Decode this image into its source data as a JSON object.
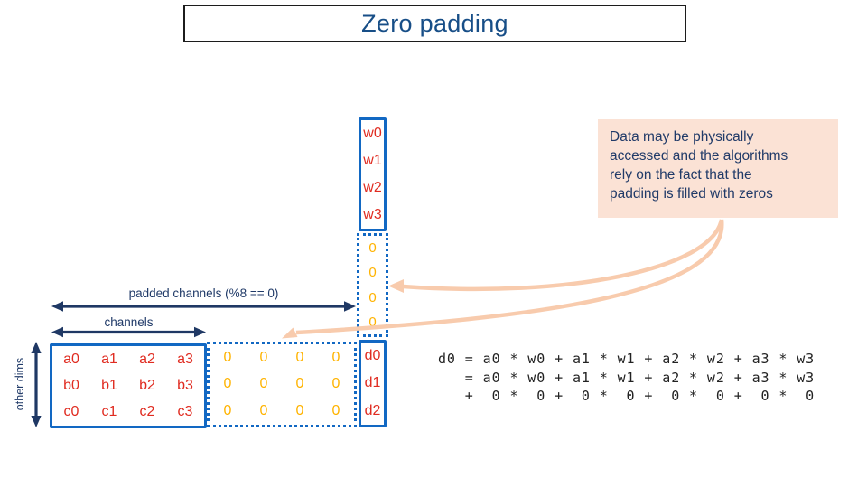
{
  "title": {
    "text": "Zero padding"
  },
  "labels": {
    "padded_channels": "padded channels (%8 == 0)",
    "channels": "channels",
    "other_dims": "other dims"
  },
  "callout": {
    "lines": [
      "Data may be physically",
      "accessed and the algorithms",
      "rely on the fact that the",
      "padding is filled with zeros"
    ]
  },
  "weights_column": {
    "cells": [
      "w0",
      "w1",
      "w2",
      "w3"
    ]
  },
  "weights_padding_column": {
    "cells": [
      "0",
      "0",
      "0",
      "0"
    ]
  },
  "output_column": {
    "cells": [
      "d0",
      "d1",
      "d2"
    ]
  },
  "data_matrix": {
    "rows": [
      [
        "a0",
        "a1",
        "a2",
        "a3"
      ],
      [
        "b0",
        "b1",
        "b2",
        "b3"
      ],
      [
        "c0",
        "c1",
        "c2",
        "c3"
      ]
    ]
  },
  "padding_matrix": {
    "rows": [
      [
        "0",
        "0",
        "0",
        "0"
      ],
      [
        "0",
        "0",
        "0",
        "0"
      ],
      [
        "0",
        "0",
        "0",
        "0"
      ]
    ]
  },
  "equation": {
    "lines": [
      "d0 = a0 * w0 + a1 * w1 + a2 * w2 + a3 * w3",
      "   = a0 * w0 + a1 * w1 + a2 * w2 + a3 * w3",
      "   +  0 *  0 +  0 *  0 +  0 *  0 +  0 *  0"
    ]
  },
  "colors": {
    "box_blue": "#1268c3",
    "navy_text": "#203a68",
    "title_blue": "#174e87",
    "value_red": "#e02b20",
    "zero_gold": "#ffb300",
    "callout_bg": "#fbe2d5",
    "pink_arrow": "#f8cbad",
    "equation_text": "#222222"
  }
}
